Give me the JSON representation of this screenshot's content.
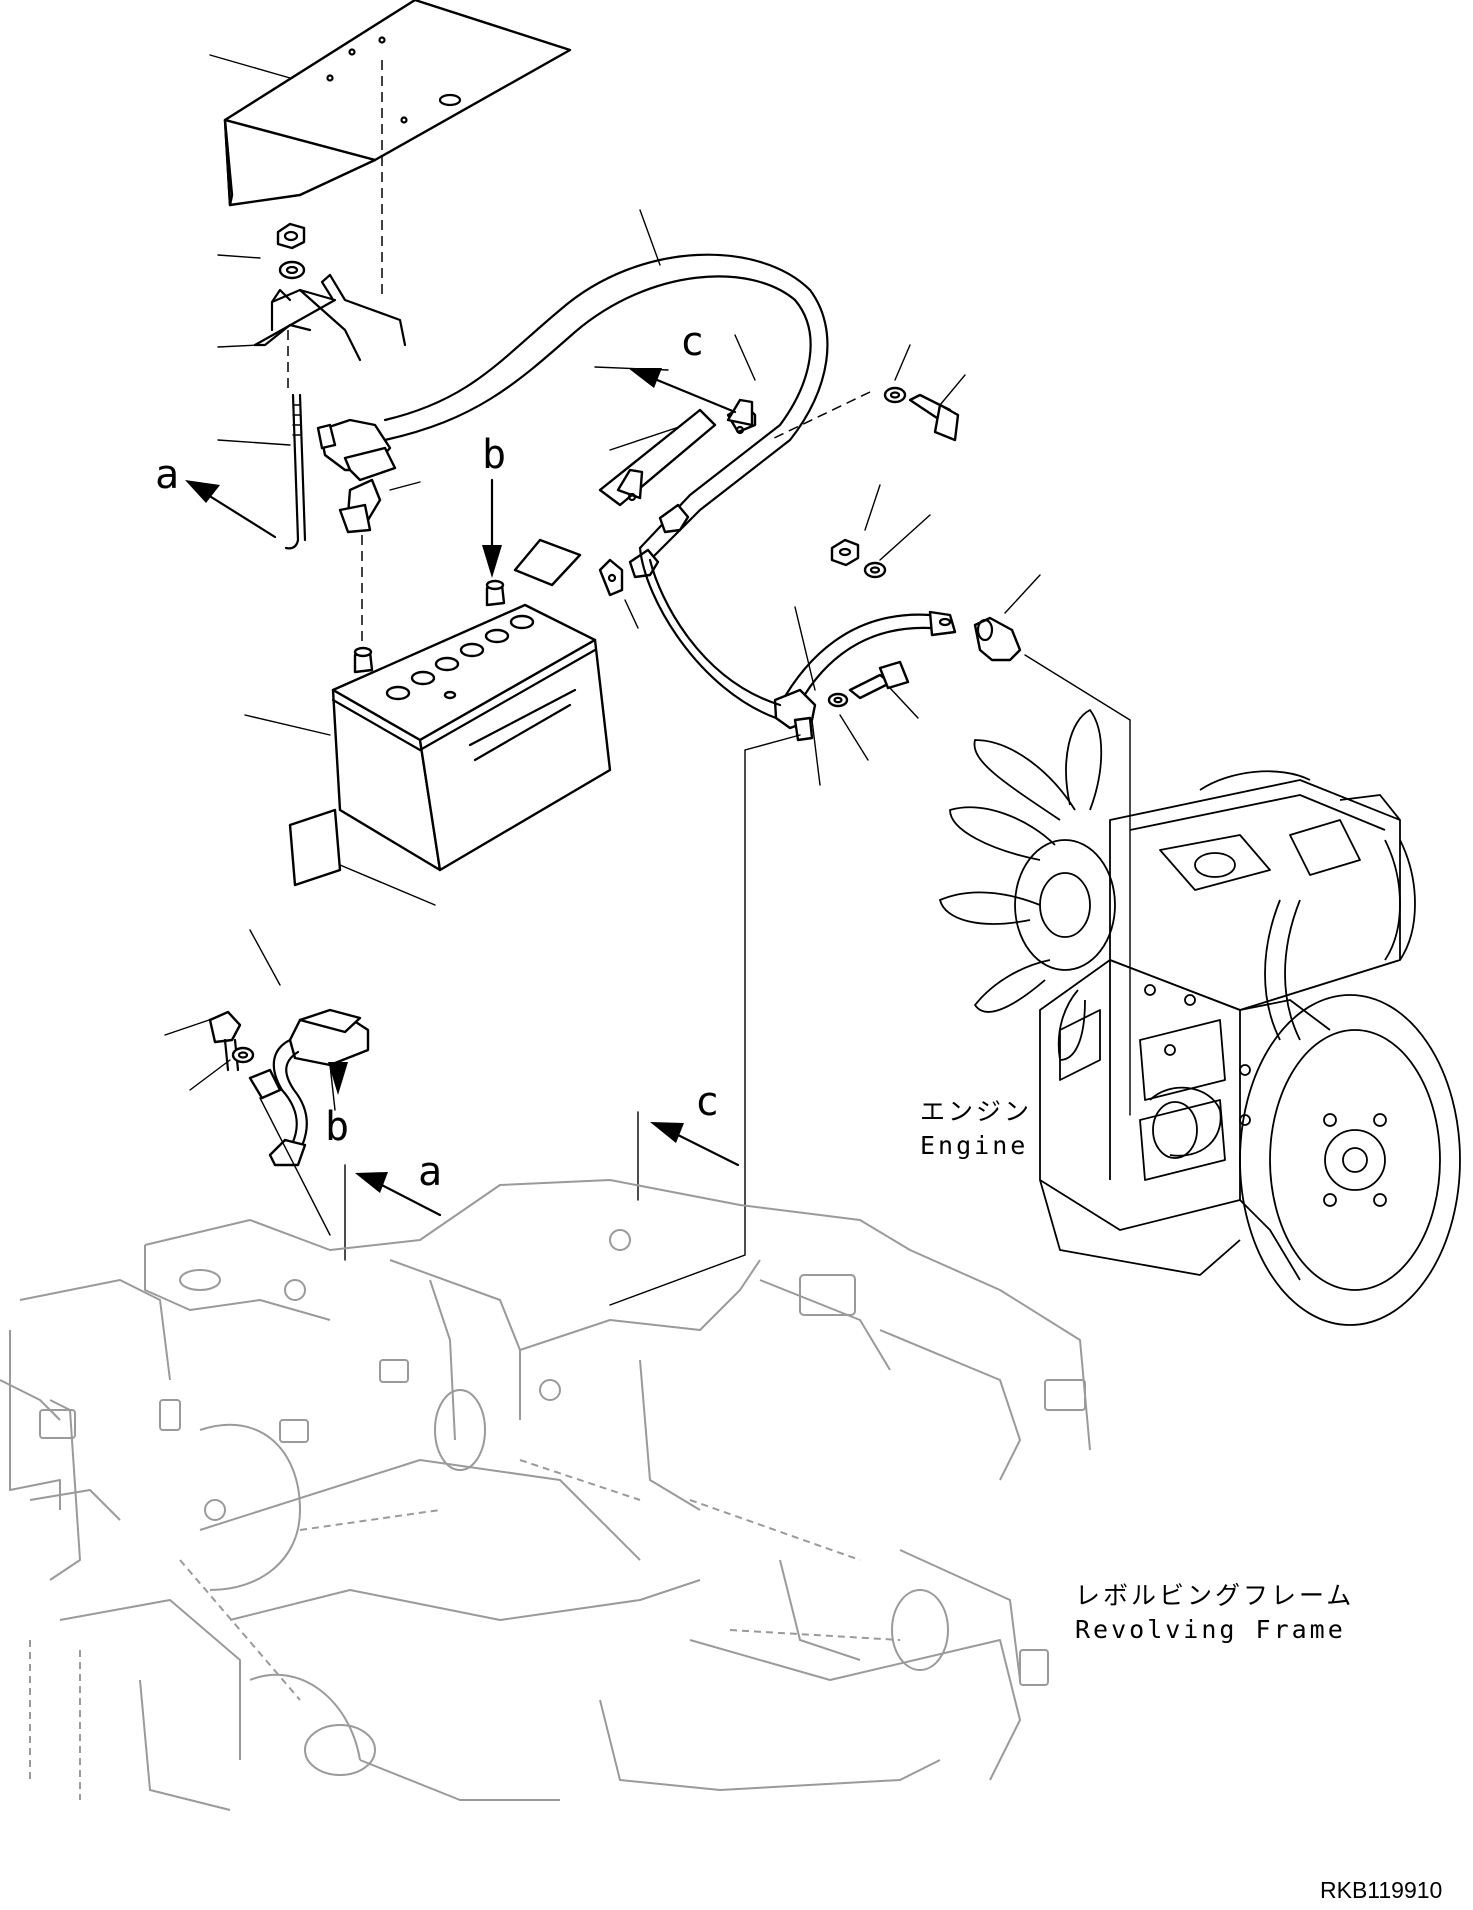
{
  "diagram": {
    "view_letters": {
      "a": "a",
      "b": "b",
      "c": "c"
    },
    "engine_label": {
      "jp": "エンジン",
      "en": "Engine"
    },
    "frame_label": {
      "jp": "レボルビングフレーム",
      "en": "Revolving Frame"
    },
    "drawing_code": "RKB119910"
  }
}
